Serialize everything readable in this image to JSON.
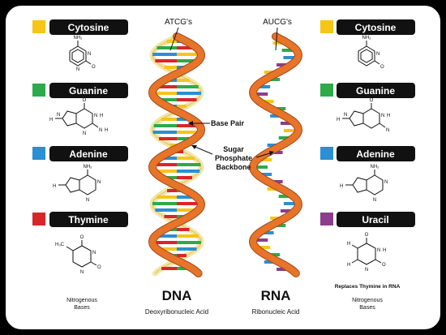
{
  "left_bases": [
    {
      "name": "Cytosine",
      "color": "#F5C518"
    },
    {
      "name": "Guanine",
      "color": "#2DAA4A"
    },
    {
      "name": "Adenine",
      "color": "#2A8FD4"
    },
    {
      "name": "Thymine",
      "color": "#D9252A"
    }
  ],
  "right_bases": [
    {
      "name": "Cytosine",
      "color": "#F5C518"
    },
    {
      "name": "Guanine",
      "color": "#2DAA4A"
    },
    {
      "name": "Adenine",
      "color": "#2A8FD4"
    },
    {
      "name": "Uracil",
      "color": "#8C3D8C"
    }
  ],
  "atoms": {
    "nh2": "NH₂",
    "n": "N",
    "h": "H",
    "o": "O",
    "ch3": "H₃C"
  },
  "dna": {
    "callout": "ATCG's",
    "title": "DNA",
    "subtitle": "Deoxyribonucleic Acid"
  },
  "rna": {
    "callout": "AUCG's",
    "title": "RNA",
    "subtitle": "Ribonucleic Acid"
  },
  "labels": {
    "base_pair": "Base Pair",
    "backbone_line1": "Sugar",
    "backbone_line2": "Phosphate",
    "backbone_line3": "Backbone",
    "replaces": "Replaces Thymine in RNA",
    "nitro_left_1": "Nitrogenous",
    "nitro_left_2": "Bases",
    "nitro_right_1": "Nitrogenous",
    "nitro_right_2": "Bases"
  },
  "colors": {
    "backbone": "#E8742A",
    "backbone_back": "#F3E6A4",
    "rung_colors": [
      "#F5C518",
      "#2DAA4A",
      "#2A8FD4",
      "#D9252A",
      "#8C3D8C"
    ]
  }
}
